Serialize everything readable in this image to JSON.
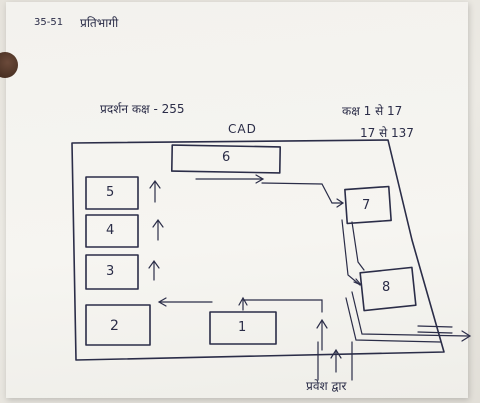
{
  "header": {
    "serial": "35-51",
    "title": "प्रतिभागी"
  },
  "plan": {
    "hall_label": "प्रदर्शन कक्ष - 255",
    "hall_sub": "CAD",
    "room_range_line1": "कक्ष 1 से 17",
    "room_range_line2": "17 से 137",
    "entrance_label": "प्रवेश द्वार",
    "rooms": [
      {
        "id": "r1",
        "label": "1"
      },
      {
        "id": "r2",
        "label": "2"
      },
      {
        "id": "r3",
        "label": "3"
      },
      {
        "id": "r4",
        "label": "4"
      },
      {
        "id": "r5",
        "label": "5"
      },
      {
        "id": "r6",
        "label": "6"
      },
      {
        "id": "r7",
        "label": "7"
      },
      {
        "id": "r8",
        "label": "8"
      }
    ]
  },
  "ink_color": "#2b2d48"
}
